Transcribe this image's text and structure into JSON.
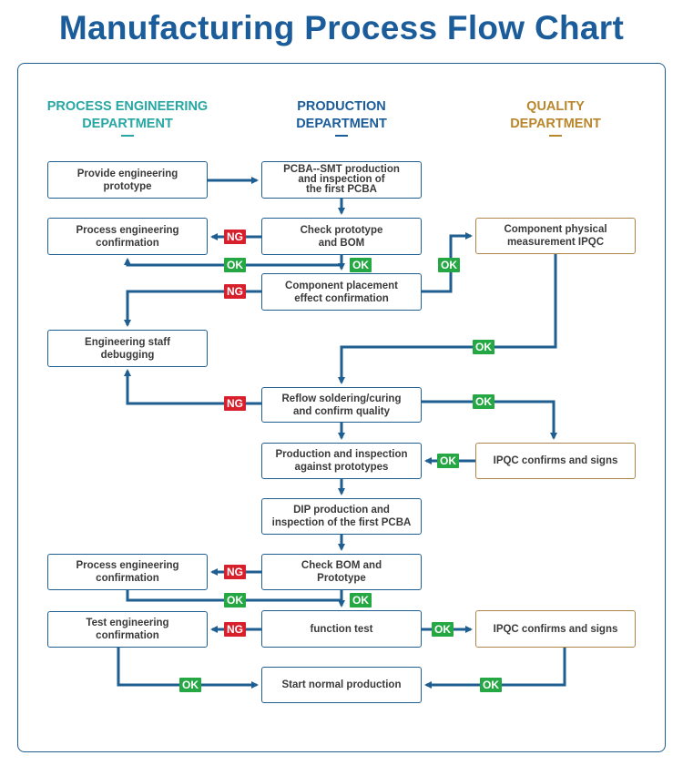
{
  "title": "Manufacturing Process Flow Chart",
  "colors": {
    "title": "#1b5c9a",
    "line": "#1e5e91",
    "box_border": "#1e5e91",
    "quality_border": "#b0854a",
    "ok": "#25a844",
    "ng": "#d8202c",
    "dept_process": "#27a7a3",
    "dept_production": "#1b5c9a",
    "dept_quality": "#b8862b"
  },
  "departments": {
    "process": [
      "PROCESS ENGINEERING",
      "DEPARTMENT"
    ],
    "production": [
      "PRODUCTION",
      "DEPARTMENT"
    ],
    "quality": [
      "QUALITY",
      "DEPARTMENT"
    ]
  },
  "boxes": {
    "provide_prototype": [
      "Provide engineering",
      "prototype"
    ],
    "pcba_smt": [
      "PCBA--SMT production",
      "and inspection of",
      "the first PCBA"
    ],
    "process_confirm_1": [
      "Process engineering",
      "confirmation"
    ],
    "check_prototype_bom": [
      "Check prototype",
      "and BOM"
    ],
    "component_measurement": [
      "Component physical",
      "measurement IPQC"
    ],
    "placement_confirm": [
      "Component placement",
      "effect confirmation"
    ],
    "staff_debugging": [
      "Engineering staff",
      "debugging"
    ],
    "reflow": [
      "Reflow soldering/curing",
      "and confirm quality"
    ],
    "production_inspection": [
      "Production and inspection",
      "against prototypes"
    ],
    "ipqc_signs_1": [
      "IPQC confirms and signs"
    ],
    "dip_production": [
      "DIP production and",
      "inspection of the first PCBA"
    ],
    "process_confirm_2": [
      "Process engineering",
      "confirmation"
    ],
    "check_bom_prototype": [
      "Check BOM and",
      "Prototype"
    ],
    "test_confirm": [
      "Test engineering",
      "confirmation"
    ],
    "function_test": [
      "function test"
    ],
    "ipqc_signs_2": [
      "IPQC confirms and signs"
    ],
    "start_production": [
      "Start normal production"
    ]
  },
  "tags": {
    "ok": "OK",
    "ng": "NG"
  }
}
